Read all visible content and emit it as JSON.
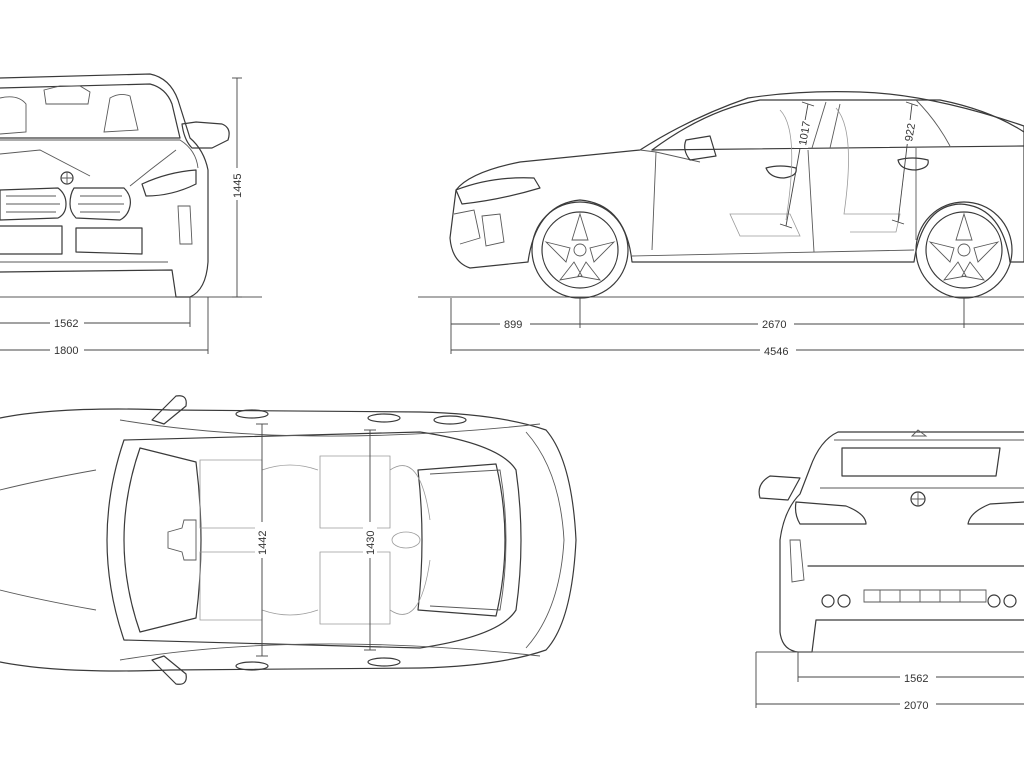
{
  "front_view": {
    "height": "1445",
    "track": "1562",
    "width": "1800"
  },
  "side_view": {
    "front_overhang": "899",
    "wheelbase": "2670",
    "length": "4546",
    "front_headroom": "1017",
    "rear_headroom": "922"
  },
  "top_view": {
    "front_shoulder_width": "1442",
    "rear_shoulder_width": "1430"
  },
  "rear_view": {
    "track": "1562",
    "width_with_mirrors": "2070"
  }
}
